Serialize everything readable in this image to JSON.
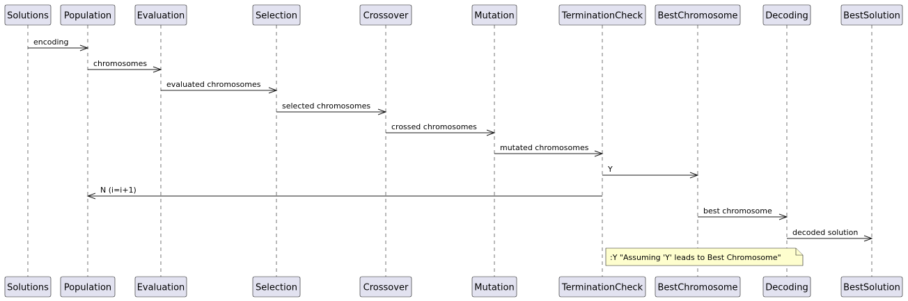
{
  "participants": [
    "Solutions",
    "Population",
    "Evaluation",
    "Selection",
    "Crossover",
    "Mutation",
    "TerminationCheck",
    "BestChromosome",
    "Decoding",
    "BestSolution"
  ],
  "messages": [
    {
      "from": 0,
      "to": 1,
      "label": "encoding"
    },
    {
      "from": 1,
      "to": 2,
      "label": "chromosomes"
    },
    {
      "from": 2,
      "to": 3,
      "label": "evaluated chromosomes"
    },
    {
      "from": 3,
      "to": 4,
      "label": "selected chromosomes"
    },
    {
      "from": 4,
      "to": 5,
      "label": "crossed chromosomes"
    },
    {
      "from": 5,
      "to": 6,
      "label": "mutated chromosomes"
    },
    {
      "from": 6,
      "to": 7,
      "label": "Y"
    },
    {
      "from": 6,
      "to": 1,
      "label": "N (i=i+1)"
    },
    {
      "from": 7,
      "to": 8,
      "label": "best chromosome"
    },
    {
      "from": 8,
      "to": 9,
      "label": "decoded solution"
    }
  ],
  "note": {
    "over": 6,
    "text": ":Y \"Assuming 'Y' leads to Best Chromosome\""
  }
}
